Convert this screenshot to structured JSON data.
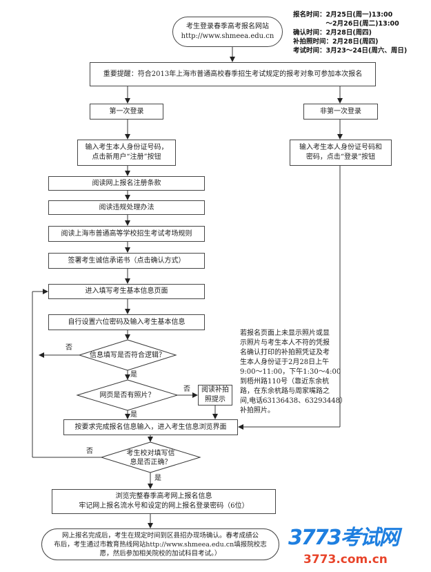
{
  "start": {
    "line1": "考生登录春季高考报名网站",
    "line2": "http://www.shmeea.edu.cn"
  },
  "schedule": [
    "报名时间：2月25日(周一)13:00",
    "　　　　　～2月26日(周二)13:00",
    "确认时间：2月28日(周四)",
    "补拍照时间：2月28日(周四)",
    "考试时间：3月23～24日(周六、周日)"
  ],
  "notice": "重要提醒：符合2013年上海市普通高校春季招生考试规定的报考对象可参加本次报名",
  "first_login": "第一次登录",
  "not_first_login": "非第一次登录",
  "first_input": {
    "line1": "输入考生本人身份证号码，",
    "line2": "点击新用户“注册”按钮"
  },
  "other_input": {
    "line1": "输入考生本人身份证号码和",
    "line2": "密码，点击“登录”按钮"
  },
  "steps": [
    "阅读网上报名注册条款",
    "阅读违规处理办法",
    "阅读上海市普通高等学校招生考试考场规则",
    "签署考生诚信承诺书（点击确认方式）",
    "进入填写考生基本信息页面",
    "自行设置六位密码及输入考生基本信息"
  ],
  "decision_logic": "信息填写是否符合逻辑？",
  "decision_photo": "网页是否有照片？",
  "read_photo_tip": {
    "line1": "阅读补拍",
    "line2": "照提示"
  },
  "complete_input": "按要求完成报名信息输入，进入考生信息浏览界面",
  "decision_correct": {
    "line1": "考生校对填写信",
    "line2": "息是否正确？"
  },
  "browse": {
    "line1": "浏览完整春季高考网上报名信息",
    "line2": "牢记网上报名流水号和设定的网上报名登录密码（6位）"
  },
  "final": {
    "line1": "网上报名完成后，考生在规定时间到区县招办现场确认。春考成绩公",
    "line2": "布后，考生通过市教育热线网站http://www.shmeea.edu.cn填报院校志",
    "line3": "愿，然后参加相关院校的加试科目考试。）"
  },
  "photo_note": [
    "若报名页面上未显示照片或显",
    "示照片与考生本人不符的凭报",
    "名确认打印的补拍照凭证及考",
    "生本人身份证于2月28日上午",
    "9:00～11:00，下午1:30～4:00",
    "到梧州路110号（靠近东余杭",
    "路，在东余杭路与周家嘴路之",
    "间,电话63136438、63293448）",
    "补拍照片。"
  ],
  "labels": {
    "yes": "是",
    "no": "否"
  },
  "watermark": {
    "main": "3773考试网",
    "sub": "3773.com.cn"
  }
}
